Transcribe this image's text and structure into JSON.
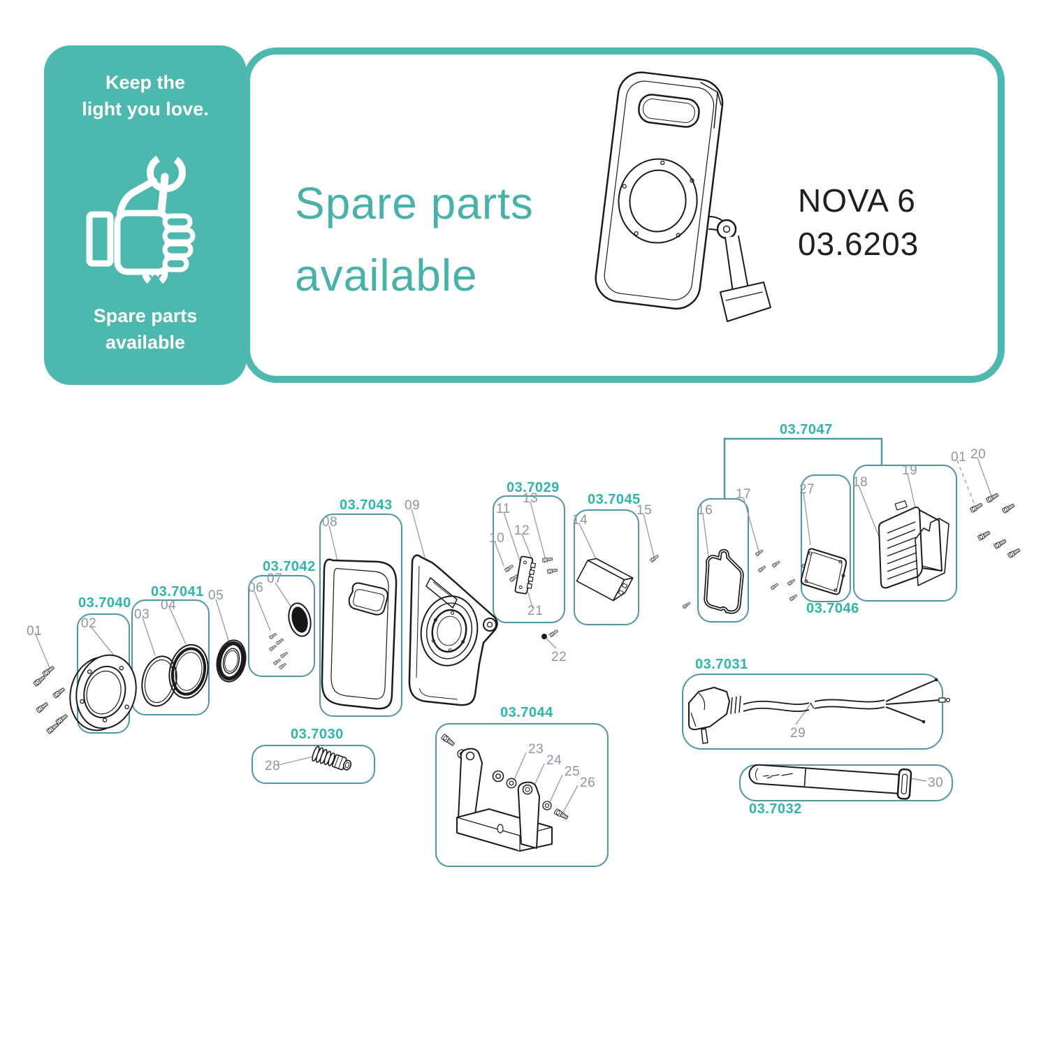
{
  "header": {
    "tagline_line1": "Keep the",
    "tagline_line2": "light you love.",
    "icon_caption_line1": "Spare parts",
    "icon_caption_line2": "available",
    "title_line1": "Spare parts",
    "title_line2": "available",
    "product_name": "NOVA 6",
    "product_code": "03.6203"
  },
  "colors": {
    "teal": "#4cb8ae",
    "teal_text": "#2cb5ac",
    "title_teal": "#47b2a9",
    "box_border": "#4f97a8",
    "number_gray": "#8b96a0",
    "line_art": "#1b1b1b"
  },
  "diagram": {
    "group_codes": {
      "c7040": "03.7040",
      "c7041": "03.7041",
      "c7042": "03.7042",
      "c7043": "03.7043",
      "c7029": "03.7029",
      "c7045": "03.7045",
      "c7047": "03.7047",
      "c7046": "03.7046",
      "c7030": "03.7030",
      "c7044": "03.7044",
      "c7031": "03.7031",
      "c7032": "03.7032"
    },
    "part_numbers": {
      "n01L": "01",
      "n02": "02",
      "n03": "03",
      "n04": "04",
      "n05": "05",
      "n06": "06",
      "n07": "07",
      "n08": "08",
      "n09": "09",
      "n10": "10",
      "n11": "11",
      "n12": "12",
      "n13": "13",
      "n14": "14",
      "n15": "15",
      "n16": "16",
      "n17": "17",
      "n18": "18",
      "n19": "19",
      "n20": "20",
      "n01R": "01",
      "n21": "21",
      "n22": "22",
      "n23": "23",
      "n24": "24",
      "n25": "25",
      "n26": "26",
      "n27": "27",
      "n28": "28",
      "n29": "29",
      "n30": "30"
    }
  }
}
